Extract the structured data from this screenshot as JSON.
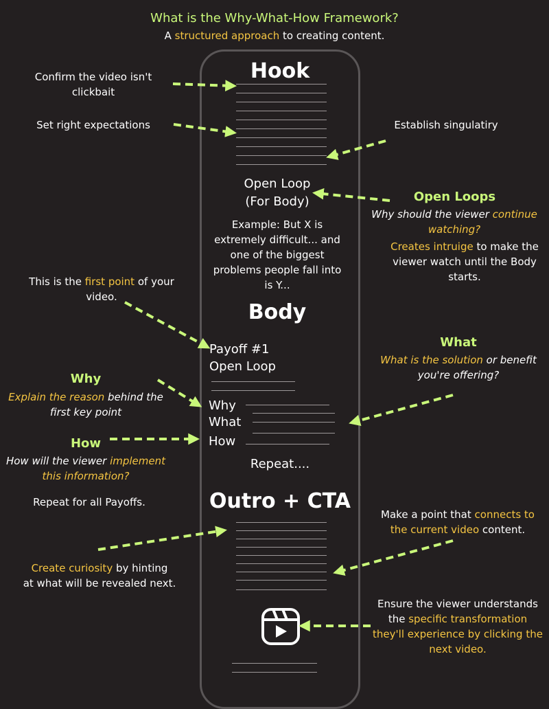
{
  "header": {
    "title": "What is the Why-What-How Framework?",
    "subtitle_pre": "A ",
    "subtitle_highlight": "structured approach",
    "subtitle_post": " to creating content."
  },
  "sections": {
    "hook": "Hook",
    "open_loop_1": "Open Loop",
    "open_loop_2": "(For Body)",
    "example_1": "Example: But X is",
    "example_2": "extremely difficult... and",
    "example_3": "one of the biggest",
    "example_4": "problems people fall into",
    "example_5": "is Y...",
    "body": "Body",
    "payoff": "Payoff #1",
    "open_loop_body": "Open Loop",
    "why": "Why",
    "what": "What",
    "how": "How",
    "repeat": "Repeat....",
    "outro": "Outro + CTA"
  },
  "annotations": {
    "clickbait_1": "Confirm the video isn't",
    "clickbait_2": "clickbait",
    "expectations": "Set right expectations",
    "singularity": "Establish singulatiry",
    "open_loops_title": "Open Loops",
    "open_loops_q1_a": "Why should the viewer ",
    "open_loops_q1_b": "continue",
    "open_loops_q1_c": "watching?",
    "open_loops_d1_a": "Creates intruige",
    "open_loops_d1_b": " to make the",
    "open_loops_d2": "viewer watch until the Body",
    "open_loops_d3": "starts.",
    "first_point_a": "This is the ",
    "first_point_b": "first point",
    "first_point_c": " of your",
    "first_point_d": "video.",
    "what_title": "What",
    "what_a": "What is the solution",
    "what_b": " or benefit",
    "what_c": "you're offering?",
    "why_title": "Why",
    "why_a": "Explain the reason",
    "why_b": " behind the",
    "why_c": "first key point",
    "how_title": "How",
    "how_a": "How will the viewer ",
    "how_b": "implement",
    "how_c": "this information?",
    "repeat_all": "Repeat for all Payoffs.",
    "connects_a": "Make a point that ",
    "connects_b": "connects to",
    "connects_c": "the current video",
    "connects_d": " content.",
    "curiosity_a": "Create curiosity",
    "curiosity_b": " by hinting",
    "curiosity_c": "at what will be revealed next.",
    "transform_a": "Ensure the viewer understands",
    "transform_b": "the ",
    "transform_c": "specific transformation",
    "transform_d": "they'll experience by clicking the",
    "transform_e": "next video."
  },
  "icons": {
    "reels": "video-reels-icon"
  },
  "colors": {
    "background": "#231f20",
    "accent_green": "#c9f77a",
    "accent_yellow": "#f5c542",
    "text": "#ffffff",
    "phone_border": "#5a5657"
  }
}
